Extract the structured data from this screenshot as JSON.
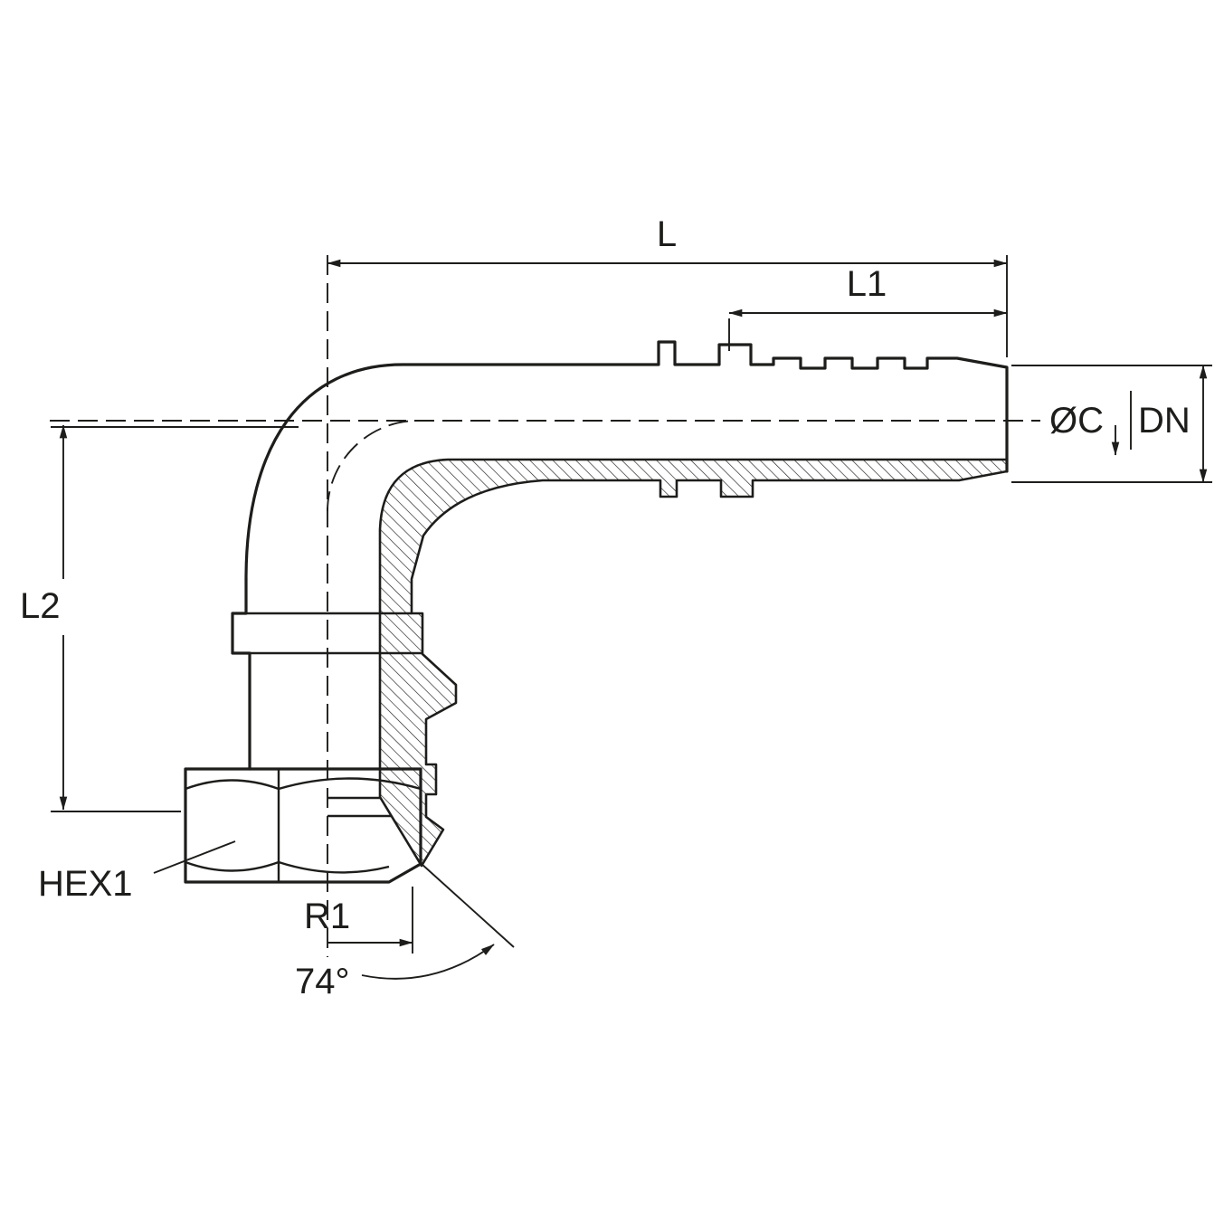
{
  "diagram": {
    "kind": "technical-drawing",
    "subject": "90-degree elbow hose fitting, half section",
    "colors": {
      "line": "#1d1d1b",
      "background": "#ffffff"
    },
    "labels": {
      "overall_length": "L",
      "insert_length": "L1",
      "drop_height": "L2",
      "bore_diameter": "ØC",
      "nominal_diameter": "DN",
      "hex_size": "HEX1",
      "bend_radius": "R1",
      "seat_angle": "74°"
    }
  }
}
